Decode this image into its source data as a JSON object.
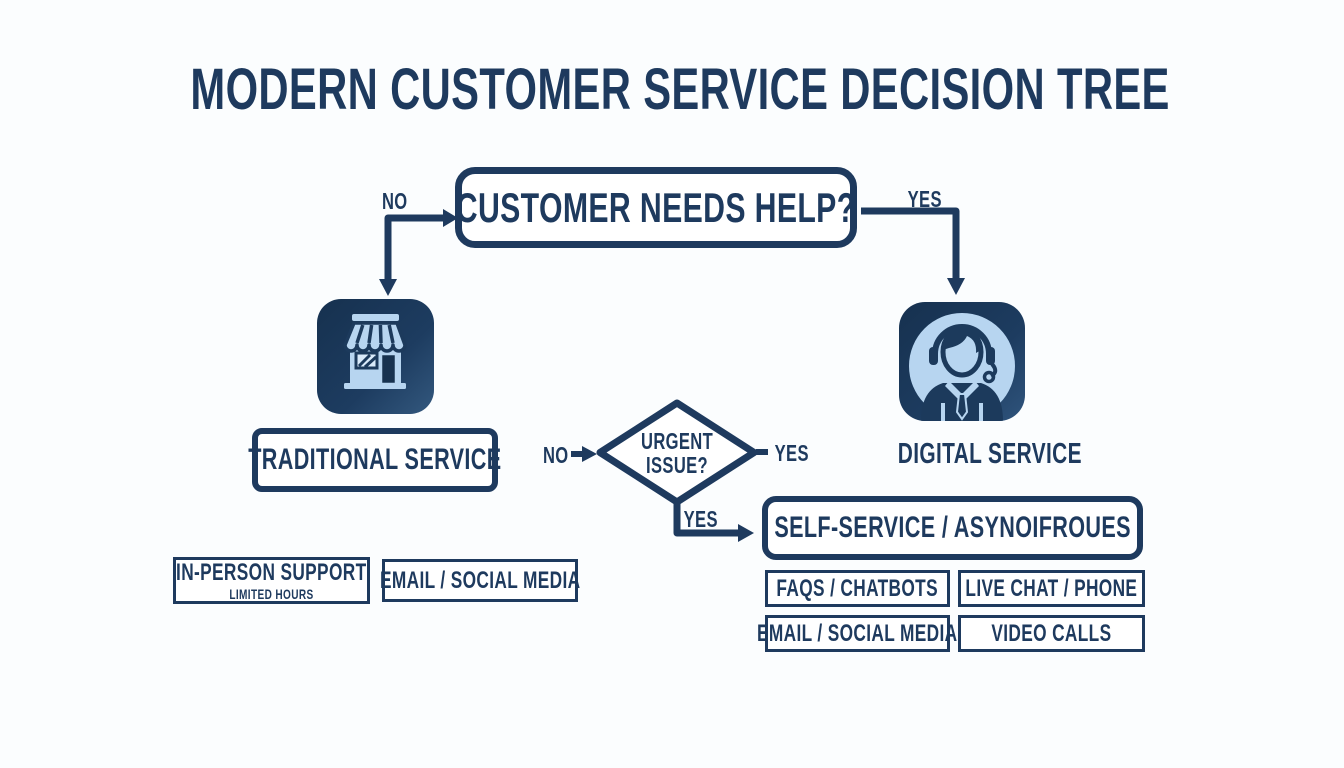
{
  "title": "MODERN CUSTOMER SERVICE DECISION TREE",
  "palette": {
    "navy": "#1e3a5e",
    "icon_light": "#b7d5f0",
    "background": "#fbfdfe"
  },
  "root": {
    "question": "CUSTOMER NEEDS HELP?",
    "no_branch_label": "NO",
    "yes_branch_label": "YES"
  },
  "traditional": {
    "icon": "storefront-icon",
    "label": "TRADITIONAL SERVICE",
    "options": [
      {
        "label": "IN-PERSON SUPPORT",
        "sublabel": "LIMITED HOURS"
      },
      {
        "label": "EMAIL / SOCIAL MEDIA"
      }
    ]
  },
  "digital": {
    "icon": "support-agent-icon",
    "label": "DIGITAL SERVICE"
  },
  "urgent": {
    "question_line1": "URGENT",
    "question_line2": "ISSUE?",
    "no_label": "NO",
    "yes_label": "YES",
    "yes_down_label": "YES"
  },
  "self_service": {
    "label": "SELF-SERVICE / ASYNOIFROUES",
    "options": [
      "FAQS / CHATBOTS",
      "LIVE CHAT / PHONE",
      "EMAIL / SOCIAL MEDIA",
      "VIDEO CALLS"
    ]
  }
}
